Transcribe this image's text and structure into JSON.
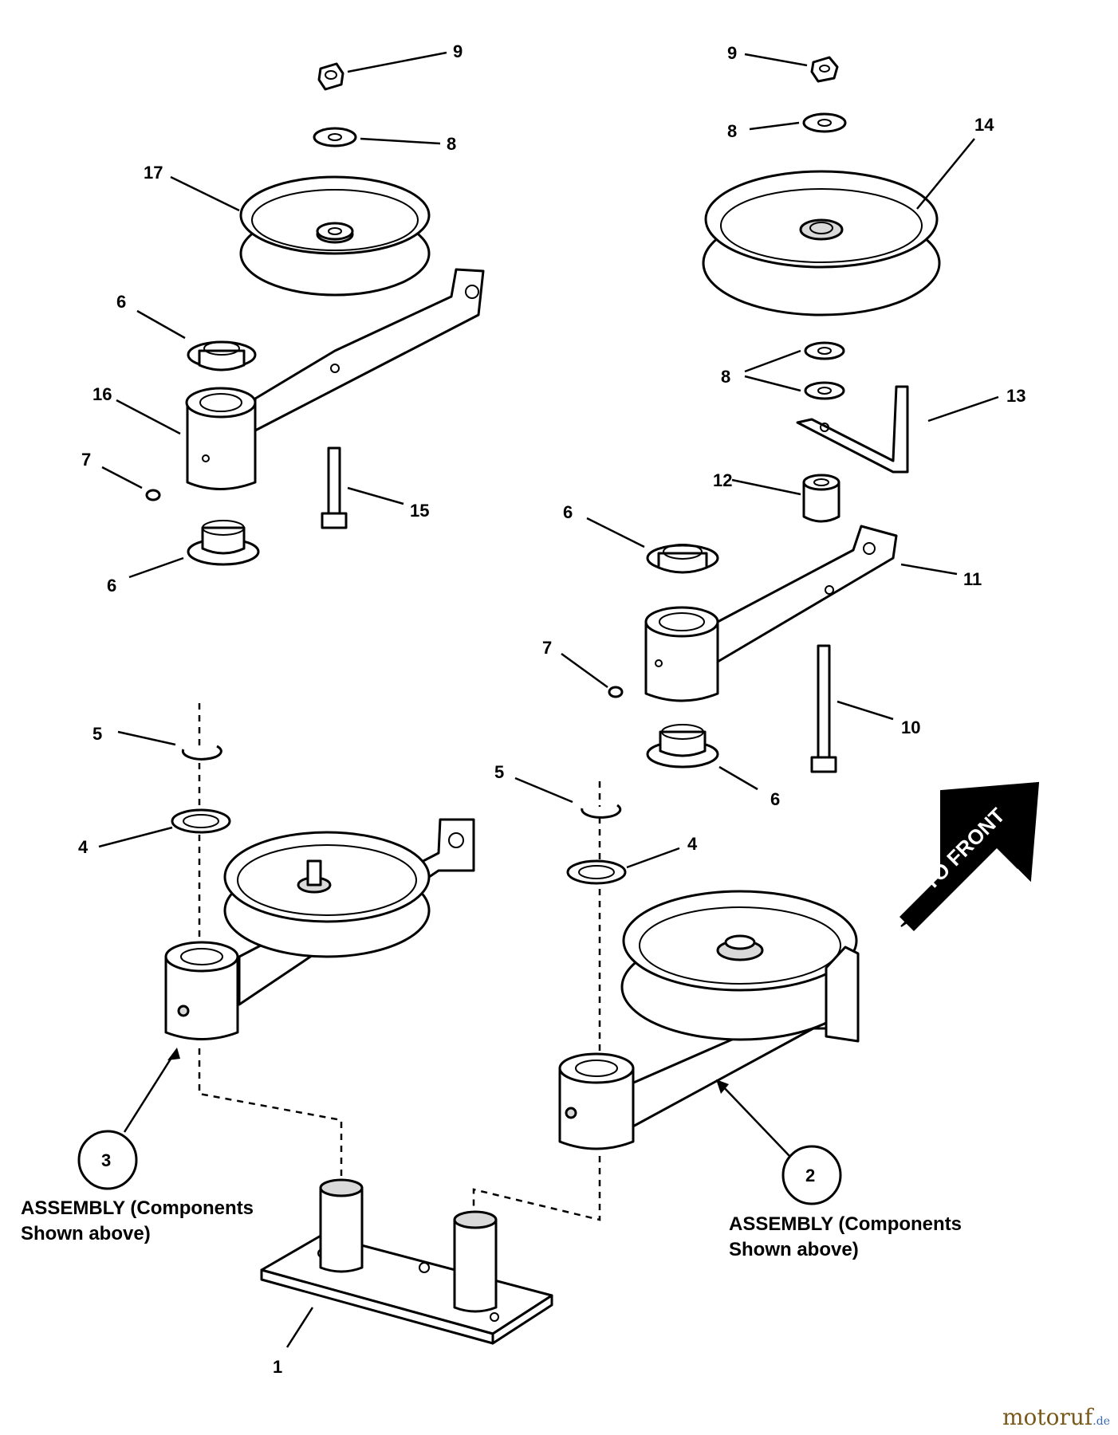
{
  "callouts": [
    {
      "id": "c9a",
      "text": "9"
    },
    {
      "id": "c8a",
      "text": "8"
    },
    {
      "id": "c17",
      "text": "17"
    },
    {
      "id": "c6a",
      "text": "6"
    },
    {
      "id": "c16",
      "text": "16"
    },
    {
      "id": "c7a",
      "text": "7"
    },
    {
      "id": "c15",
      "text": "15"
    },
    {
      "id": "c6b",
      "text": "6"
    },
    {
      "id": "c9b",
      "text": "9"
    },
    {
      "id": "c8b",
      "text": "8"
    },
    {
      "id": "c14",
      "text": "14"
    },
    {
      "id": "c8c",
      "text": "8"
    },
    {
      "id": "c13",
      "text": "13"
    },
    {
      "id": "c12",
      "text": "12"
    },
    {
      "id": "c6c",
      "text": "6"
    },
    {
      "id": "c11",
      "text": "11"
    },
    {
      "id": "c7b",
      "text": "7"
    },
    {
      "id": "c10",
      "text": "10"
    },
    {
      "id": "c6d",
      "text": "6"
    },
    {
      "id": "c5a",
      "text": "5"
    },
    {
      "id": "c4a",
      "text": "4"
    },
    {
      "id": "c5b",
      "text": "5"
    },
    {
      "id": "c4b",
      "text": "4"
    },
    {
      "id": "c1",
      "text": "1"
    }
  ],
  "assemblies": {
    "left": {
      "number": "3",
      "line1": "ASSEMBLY (Components",
      "line2": "Shown above)"
    },
    "right": {
      "number": "2",
      "line1": "ASSEMBLY (Components",
      "line2": "Shown above)"
    }
  },
  "direction_arrow": {
    "text": "TO FRONT"
  },
  "watermark": {
    "brand": "motoruf",
    "tld": ".de"
  }
}
